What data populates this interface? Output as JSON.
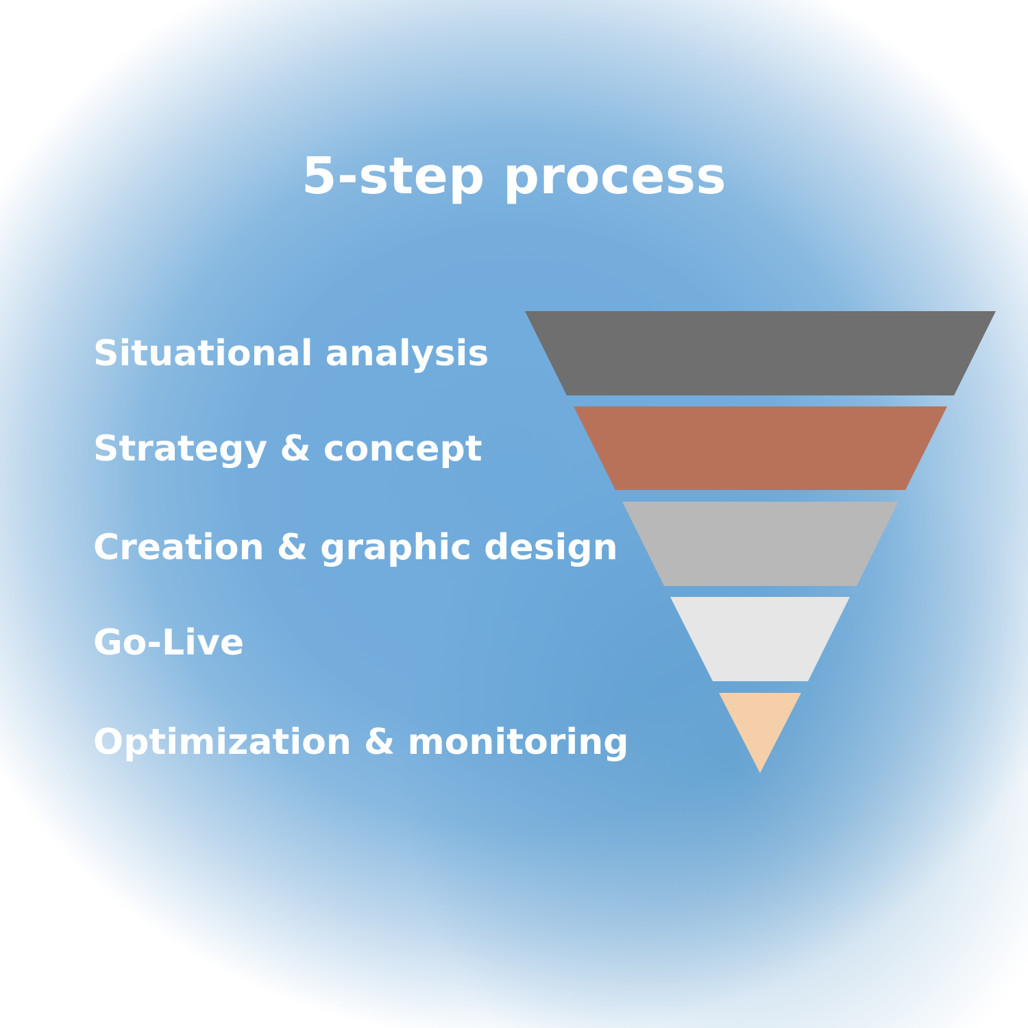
{
  "diagram": {
    "title": "5-step process",
    "steps": [
      {
        "label": "Situational analysis",
        "color": "#6f6f6f"
      },
      {
        "label": "Strategy & concept",
        "color": "#b8725a"
      },
      {
        "label": "Creation & graphic design",
        "color": "#b8b8b8"
      },
      {
        "label": "Go-Live",
        "color": "#e6e6e6"
      },
      {
        "label": "Optimization & monitoring",
        "color": "#f4cfaa"
      }
    ]
  }
}
